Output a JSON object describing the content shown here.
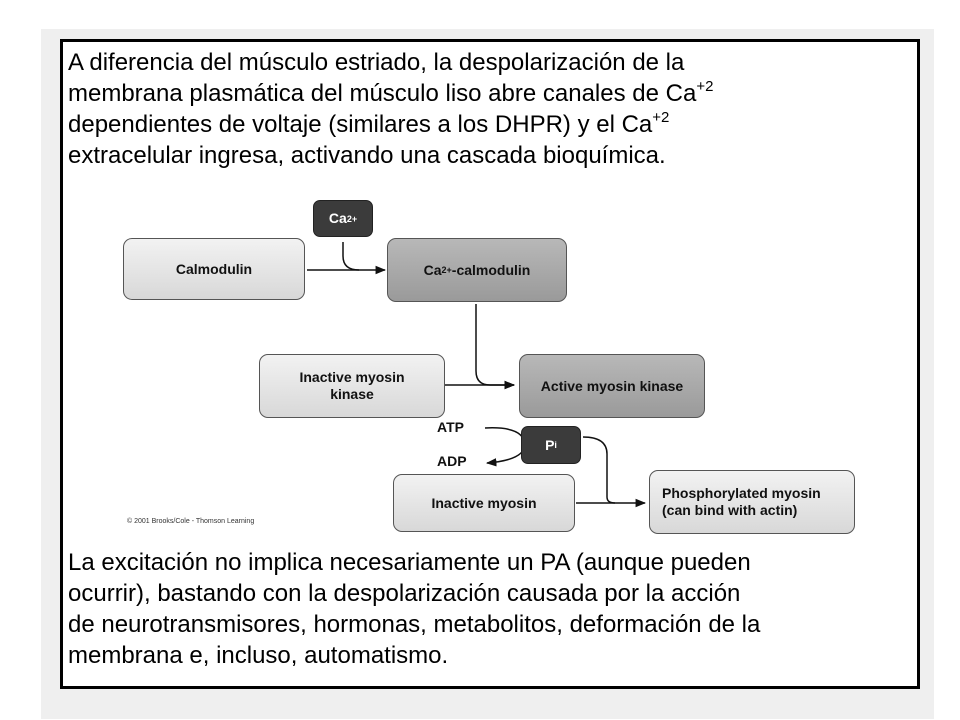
{
  "text_top": {
    "line1": "A diferencia del músculo estriado, la despolarización de la",
    "line2_a": "membrana plasmática del músculo liso abre canales de Ca",
    "line2_sup": "+2",
    "line3_a": "dependientes de voltaje (similares a los DHPR) y el Ca",
    "line3_sup": "+2",
    "line4": "extracelular ingresa, activando una cascada bioquímica."
  },
  "diagram": {
    "ca_ion": {
      "base": "Ca",
      "sup": "2+"
    },
    "calmodulin": "Calmodulin",
    "ca_calmodulin": {
      "base": "Ca",
      "sup": "2+",
      "rest": "-calmodulin"
    },
    "inactive_kinase": {
      "line1": "Inactive myosin",
      "line2": "kinase"
    },
    "active_kinase": "Active myosin kinase",
    "atp": "ATP",
    "adp": "ADP",
    "pi": {
      "base": "P",
      "sub": "i"
    },
    "inactive_myosin": "Inactive myosin",
    "phospho_myosin": {
      "line1": "Phosphorylated myosin",
      "line2": "(can bind with actin)"
    },
    "copyright": "© 2001 Brooks/Cole - Thomson Learning"
  },
  "text_bottom": {
    "line1": "La excitación no implica necesariamente un PA (aunque pueden",
    "line2": "ocurrir), bastando con la despolarización causada por la acción",
    "line3": "de neurotransmisores, hormonas, metabolitos, deformación de la",
    "line4": "membrana e, incluso, automatismo."
  }
}
